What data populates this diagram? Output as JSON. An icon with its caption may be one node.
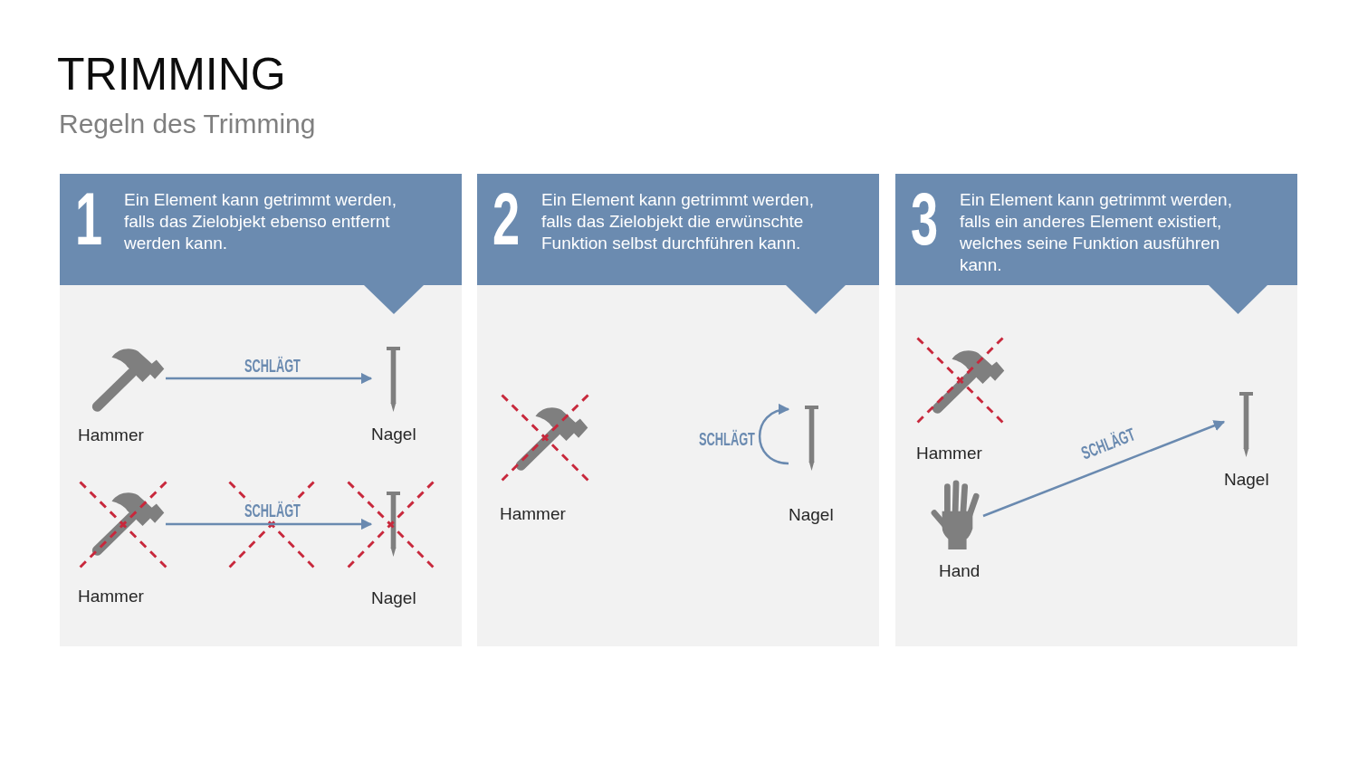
{
  "diagram": {
    "title": "TRIMMING",
    "nodes": [
      {
        "text": [
          "1",
          "Ein Element kann getrimmt werden, falls das Zielobjekt ebenso entfernt werden kann."
        ]
      },
      {
        "text": [
          "Hammer"
        ],
        "in": 0
      },
      {
        "text": [
          "Nagel"
        ],
        "in": 0
      },
      {
        "text": [
          "Hammer"
        ],
        "in": 0
      },
      {
        "text": [
          "Nagel"
        ],
        "in": 0
      },
      {
        "text": [
          "2",
          "Ein Element kann getrimmt werden, falls das Zielobjekt die erwünschte Funktion selbst durchführen kann."
        ]
      },
      {
        "text": [
          "Hammer"
        ],
        "in": 5
      },
      {
        "text": [
          "Nagel"
        ],
        "in": 5
      },
      {
        "text": [
          "3",
          "Ein Element kann getrimmt werden, falls ein anderes Element existiert, welches seine Funktion ausführen kann."
        ]
      },
      {
        "text": [
          "Hammer"
        ],
        "in": 8
      },
      {
        "text": [
          "Hand"
        ],
        "in": 8
      },
      {
        "text": [
          "Nagel"
        ],
        "in": 8
      }
    ],
    "edges": [
      {
        "from": 1,
        "to": 2,
        "arrow": "to",
        "label": "SCHLÄGT"
      },
      {
        "from": 3,
        "to": 4,
        "arrow": "to",
        "label": "SCHLÄGT"
      },
      {
        "from": 7,
        "to": 7,
        "arrow": "to",
        "label": "SCHLÄGT"
      },
      {
        "from": 10,
        "to": 11,
        "arrow": "to",
        "label": "SCHLÄGT"
      }
    ],
    "labels": [
      "Regeln des Trimming"
    ]
  }
}
